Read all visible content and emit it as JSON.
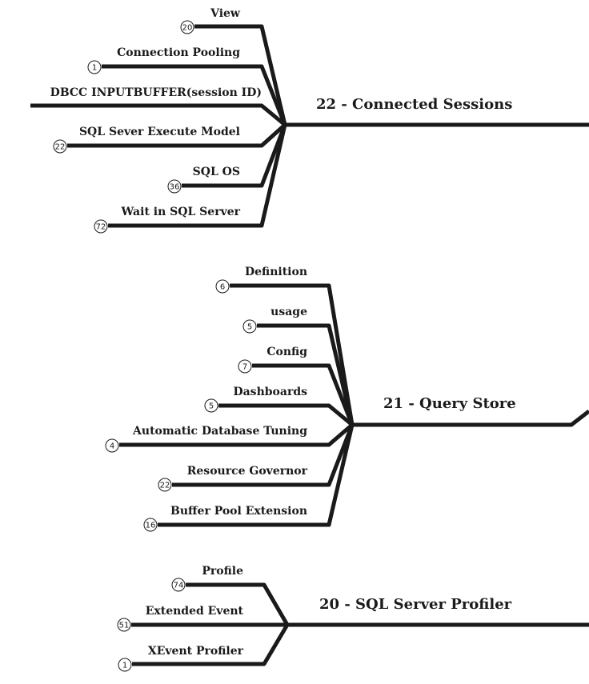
{
  "topics": [
    {
      "label": "22 - Connected Sessions",
      "items": [
        {
          "label": "View",
          "count": "20"
        },
        {
          "label": "Connection Pooling",
          "count": "1"
        },
        {
          "label": "DBCC INPUTBUFFER(session ID)",
          "count": ""
        },
        {
          "label": "SQL Sever Execute Model",
          "count": "22"
        },
        {
          "label": "SQL OS",
          "count": "36"
        },
        {
          "label": "Wait in SQL Server",
          "count": "72"
        }
      ]
    },
    {
      "label": "21 - Query Store",
      "items": [
        {
          "label": "Definition",
          "count": "6"
        },
        {
          "label": "usage",
          "count": "5"
        },
        {
          "label": "Config",
          "count": "7"
        },
        {
          "label": "Dashboards",
          "count": "5"
        },
        {
          "label": "Automatic Database Tuning",
          "count": "4"
        },
        {
          "label": "Resource Governor",
          "count": "22"
        },
        {
          "label": "Buffer Pool Extension",
          "count": "16"
        }
      ]
    },
    {
      "label": "20 - SQL Server Profiler",
      "items": [
        {
          "label": "Profile",
          "count": "74"
        },
        {
          "label": "Extended Event",
          "count": "51"
        },
        {
          "label": "XEvent Profiler",
          "count": "1"
        }
      ]
    }
  ]
}
